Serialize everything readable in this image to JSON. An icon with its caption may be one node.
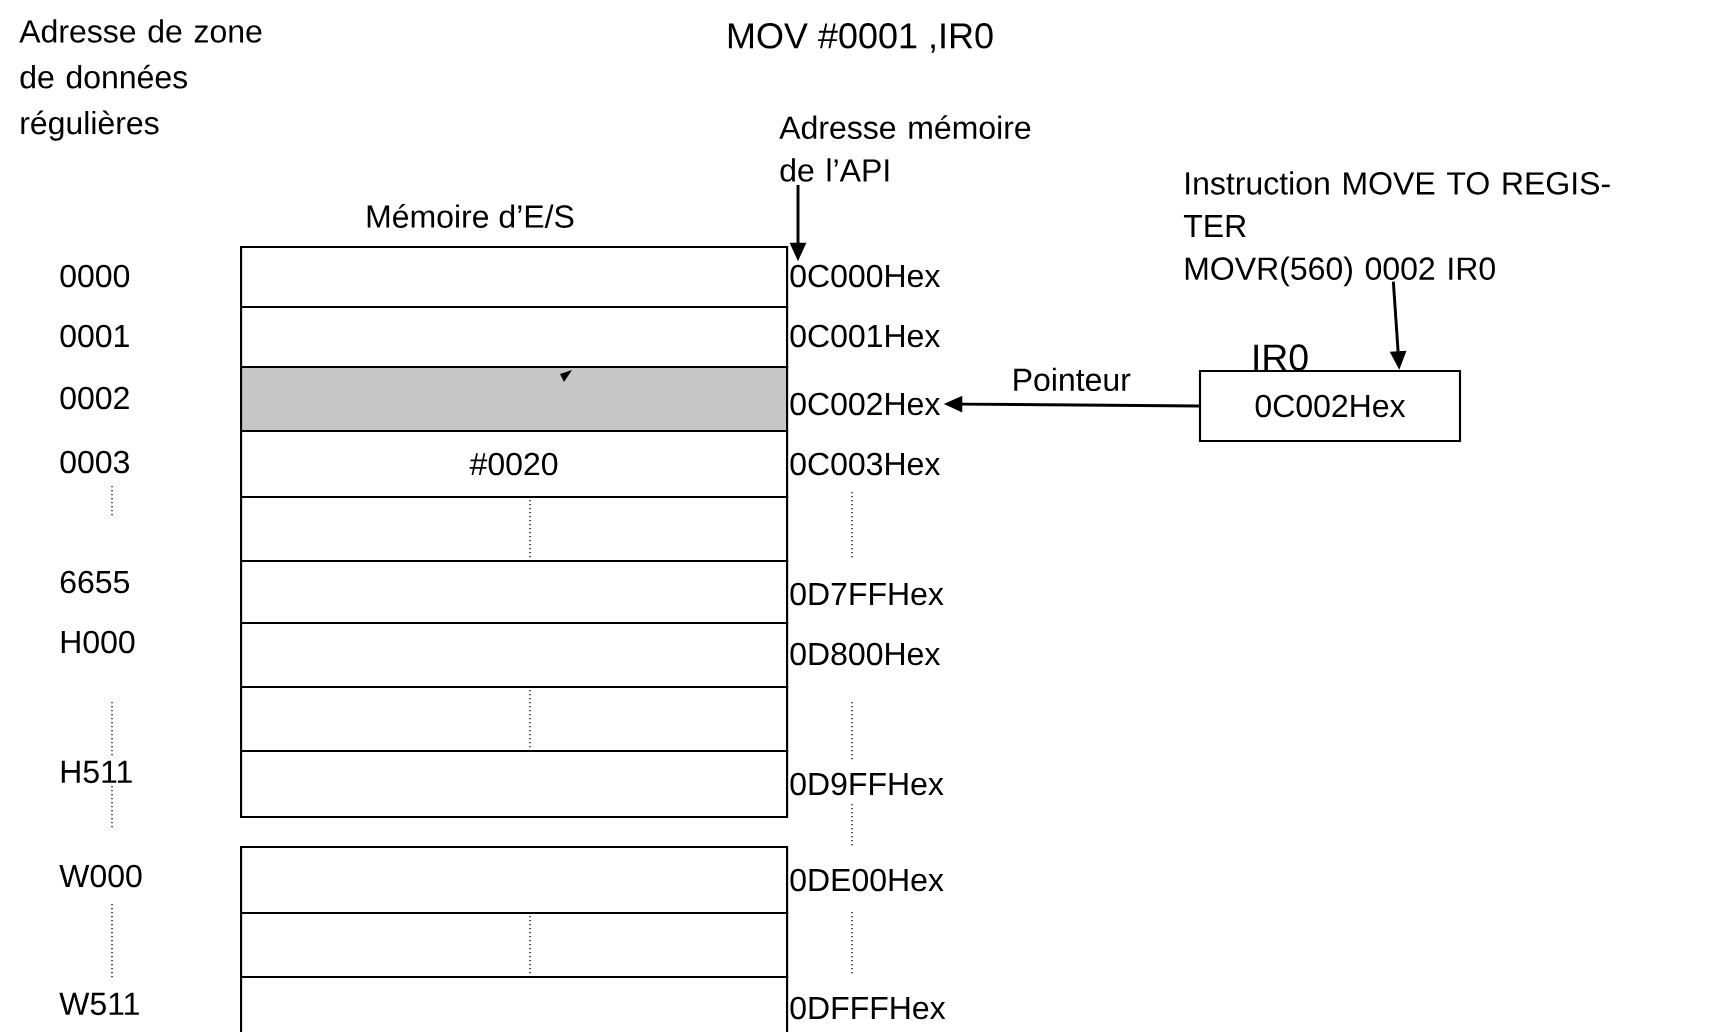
{
  "diagram": {
    "title": "MOV #0001 ,IR0",
    "nodes": [
      {
        "text": [
          "Adresse mémoire de l’API"
        ]
      },
      {
        "text": [
          "0C000Hex"
        ]
      },
      {
        "text": [
          "0C002Hex"
        ]
      },
      {
        "text": [
          "Instruction MOVE TO REGIS- TER",
          "MOVR(560) 0002 IR0"
        ]
      },
      {
        "text": [
          "IR0",
          "0C002Hex"
        ]
      },
      {
        "text": [],
        "shape": "box"
      },
      {
        "text": [],
        "shape": "box"
      },
      {
        "text": [],
        "shape": "box"
      },
      {
        "text": [
          "#0020"
        ]
      },
      {
        "text": [],
        "shape": "box"
      },
      {
        "text": [],
        "shape": "box"
      },
      {
        "text": [],
        "shape": "box"
      },
      {
        "text": [],
        "shape": "box"
      },
      {
        "text": [],
        "shape": "box"
      },
      {
        "text": [],
        "shape": "box"
      },
      {
        "text": [],
        "shape": "box"
      },
      {
        "text": [],
        "shape": "box"
      }
    ],
    "edges": [
      {
        "from": 0,
        "to": 1,
        "arrow": "to"
      },
      {
        "from": 4,
        "to": 2,
        "arrow": "to",
        "label": "Pointeur"
      },
      {
        "from": 3,
        "to": 4,
        "arrow": "to"
      }
    ],
    "labels": [
      "Adresse de zone de données régulières",
      "Mémoire d’E/S",
      "0000",
      "0001",
      "0002",
      "0003",
      "0C001Hex",
      "0C003Hex",
      "6655",
      "0D7FFHex",
      "H000",
      "0D800Hex",
      "H511",
      "0D9FFHex",
      "W000",
      "0DE00Hex",
      "W511",
      "0DFFFHex"
    ]
  }
}
